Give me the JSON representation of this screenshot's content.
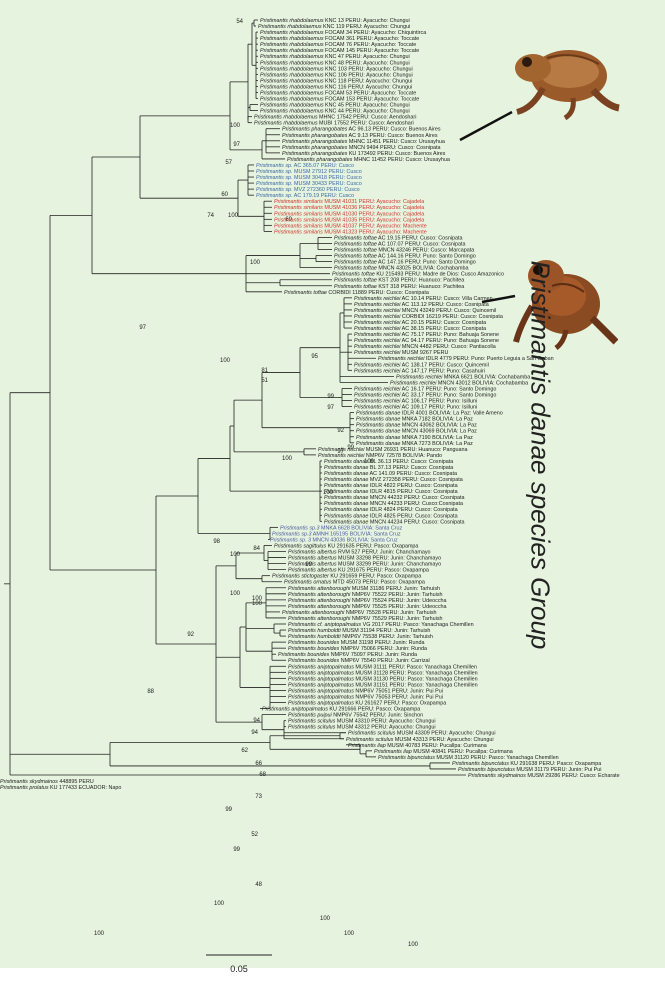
{
  "title": "Pristimantis danae species Group",
  "scale_bar_label": "0.05",
  "colors": {
    "background": "#e6f3de",
    "line": "#222222",
    "sp_clade": "#3a6aa8",
    "similaris_clade": "#d0342c",
    "sp3_clade": "#4a5aa0",
    "frog_body": "#8a4a22"
  },
  "tips": [
    {
      "genus": "Pristimantis",
      "species": "rhabdolaemus",
      "info": "KNC 13 PERU: Ayacucho: Chungui"
    },
    {
      "genus": "Pristimantis",
      "species": "rhabdolaemus",
      "info": "KNC 119 PERU: Ayacucho: Chungui"
    },
    {
      "genus": "Pristimantis",
      "species": "rhabdolaemus",
      "info": "FOCAM 34 PERU: Ayacucho: Chiquintirca"
    },
    {
      "genus": "Pristimantis",
      "species": "rhabdolaemus",
      "info": "FOCAM 361 PERU: Ayacucho: Toccate"
    },
    {
      "genus": "Pristimantis",
      "species": "rhabdolaemus",
      "info": "FOCAM 76 PERU: Ayacucho: Toccate"
    },
    {
      "genus": "Pristimantis",
      "species": "rhabdolaemus",
      "info": "FOCAM 145 PERU: Ayacucho: Toccate"
    },
    {
      "genus": "Pristimantis",
      "species": "rhabdolaemus",
      "info": "KNC 47 PERU: Ayacucho: Chungui"
    },
    {
      "genus": "Pristimantis",
      "species": "rhabdolaemus",
      "info": "KNC 48 PERU: Ayacucho: Chungui"
    },
    {
      "genus": "Pristimantis",
      "species": "rhabdolaemus",
      "info": "KNC 103 PERU: Ayacucho: Chungui"
    },
    {
      "genus": "Pristimantis",
      "species": "rhabdolaemus",
      "info": "KNC 106 PERU: Ayacucho: Chungui"
    },
    {
      "genus": "Pristimantis",
      "species": "rhabdolaemus",
      "info": "KNC 118 PERU: Ayacucho: Chungui"
    },
    {
      "genus": "Pristimantis",
      "species": "rhabdolaemus",
      "info": "KNC 116 PERU: Ayacucho: Chungui"
    },
    {
      "genus": "Pristimantis",
      "species": "rhabdolaemus",
      "info": "FOCAM 53 PERU: Ayacucho: Toccate"
    },
    {
      "genus": "Pristimantis",
      "species": "rhabdolaemus",
      "info": "FOCAM 153 PERU: Ayacucho: Toccate"
    },
    {
      "genus": "Pristimantis",
      "species": "rhabdolaemus",
      "info": "KNC 45 PERU: Ayacucho: Chungui"
    },
    {
      "genus": "Pristimantis",
      "species": "rhabdolaemus",
      "info": "KNC 44 PERU: Ayacucho: Chungui"
    },
    {
      "genus": "Pristimantis",
      "species": "rhabdolaemus",
      "info": "MHNC 17542 PERU: Cusco: Aendoshari"
    },
    {
      "genus": "Pristimantis",
      "species": "rhabdolaemus",
      "info": "MUBI 17552 PERU: Cusco: Aendoshari"
    },
    {
      "genus": "Pristimantis",
      "species": "pharangobates",
      "info": "AC 96.13 PERU: Cusco: Buenos Aires"
    },
    {
      "genus": "Pristimantis",
      "species": "pharangobates",
      "info": "AC 9.13 PERU: Cusco: Buenos Aires"
    },
    {
      "genus": "Pristimantis",
      "species": "pharangobates",
      "info": "MHNC 11451 PERU: Cusco: Urusayhua"
    },
    {
      "genus": "Pristimantis",
      "species": "pharangobates",
      "info": "MNCN 9494 PERU: Cusco: Cosnipata"
    },
    {
      "genus": "Pristimantis",
      "species": "pharangobates",
      "info": "KU 173492 PERU: Cusco: Buenos Aires"
    },
    {
      "genus": "Pristimantis",
      "species": "pharangobates",
      "info": "MHNC 11452 PERU: Cusco: Urusayhua"
    },
    {
      "genus": "Pristimantis",
      "species": "sp.",
      "info": "AC 365.07 PERU: Cusco"
    },
    {
      "genus": "Pristimantis",
      "species": "sp.",
      "info": "MUSM 27912 PERU: Cusco"
    },
    {
      "genus": "Pristimantis",
      "species": "sp.",
      "info": "MUSM 30418 PERU: Cusco"
    },
    {
      "genus": "Pristimantis",
      "species": "sp.",
      "info": "MUSM 30433 PERU: Cusco"
    },
    {
      "genus": "Pristimantis",
      "species": "sp.",
      "info": "MVZ 272360 PERU: Cusco"
    },
    {
      "genus": "Pristimantis",
      "species": "sp.",
      "info": "AC 179.19 PERU: Cusco"
    },
    {
      "genus": "Pristimantis",
      "species": "similaris",
      "info": "MUSM 41031 PERU: Ayacucho: Cajadela"
    },
    {
      "genus": "Pristimantis",
      "species": "similaris",
      "info": "MUSM 41036 PERU: Ayacucho: Cajadela"
    },
    {
      "genus": "Pristimantis",
      "species": "similaris",
      "info": "MUSM 41030 PERU: Ayacucho: Cajadela"
    },
    {
      "genus": "Pristimantis",
      "species": "similaris",
      "info": "MUSM 41035 PERU: Ayacucho: Cajadela"
    },
    {
      "genus": "Pristimantis",
      "species": "similaris",
      "info": "MUSM 41037 PERU: Ayacucho: Machente"
    },
    {
      "genus": "Pristimantis",
      "species": "similaris",
      "info": "MUSM 41323 PERU: Ayacucho: Machente"
    },
    {
      "genus": "Pristimantis",
      "species": "toftae",
      "info": "AC 19.15 PERU: Cusco: Cosnipata"
    },
    {
      "genus": "Pristimantis",
      "species": "toftae",
      "info": "AC 107.07 PERU: Cusco: Cosnipata"
    },
    {
      "genus": "Pristimantis",
      "species": "toftae",
      "info": "MNCN 43246 PERU: Cusco: Marcapata"
    },
    {
      "genus": "Pristimantis",
      "species": "toftae",
      "info": "AC 144.16 PERU: Puno: Santo Domingo"
    },
    {
      "genus": "Pristimantis",
      "species": "toftae",
      "info": "AC 147.16 PERU: Puno: Santo Domingo"
    },
    {
      "genus": "Pristimantis",
      "species": "toftae",
      "info": "MNCN 43025 BOLIVIA: Cochabamba"
    },
    {
      "genus": "Pristimantis",
      "species": "toftae",
      "info": "KU 215493 PERU: Madre de Dios: Cusco Amazonico"
    },
    {
      "genus": "Pristimantis",
      "species": "toftae",
      "info": "KST 208 PERU: Huanuco: Pachitea"
    },
    {
      "genus": "Pristimantis",
      "species": "toftae",
      "info": "KST 318 PERU: Huanuco: Pachitea"
    },
    {
      "genus": "Pristimantis",
      "species": "toftae",
      "info": "CORBIDI 11889 PERU: Cusco: Cosnipata"
    },
    {
      "genus": "Pristimantis",
      "species": "reichlei",
      "info": "AC 10.14 PERU: Cusco: Villa Carmen"
    },
    {
      "genus": "Pristimantis",
      "species": "reichlei",
      "info": "AC 113.12 PERU: Cusco: Cosnipata"
    },
    {
      "genus": "Pristimantis",
      "species": "reichlei",
      "info": "MNCN 43249 PERU: Cusco: Quincemil"
    },
    {
      "genus": "Pristimantis",
      "species": "reichlei",
      "info": "CORBIDI 16219 PERU: Cusco: Cosnipata"
    },
    {
      "genus": "Pristimantis",
      "species": "reichlei",
      "info": "AC 20.15 PERU: Cusco: Cosnipata"
    },
    {
      "genus": "Pristimantis",
      "species": "reichlei",
      "info": "AC 38.15 PERU: Cusco: Cosnipata"
    },
    {
      "genus": "Pristimantis",
      "species": "reichlei",
      "info": "AC 75.17 PERU: Puno: Bahuaja Sonene"
    },
    {
      "genus": "Pristimantis",
      "species": "reichlei",
      "info": "AC 94.17 PERU: Puno: Bahuaja Sonene"
    },
    {
      "genus": "Pristimantis",
      "species": "reichlei",
      "info": "MNCN 4482 PERU: Cusco: Pantiacolla"
    },
    {
      "genus": "Pristimantis",
      "species": "reichlei",
      "info": "MUSM 9267 PERU"
    },
    {
      "genus": "Pristimantis",
      "species": "reichlei",
      "info": "IDLR 4779 PERU: Puno: Puerto Leguia a San Gaban"
    },
    {
      "genus": "Pristimantis",
      "species": "reichlei",
      "info": "AC 138.17 PERU: Cusco: Quincemil"
    },
    {
      "genus": "Pristimantis",
      "species": "reichlei",
      "info": "AC 147.17 PERU: Puno: Casahuiri"
    },
    {
      "genus": "Pristimantis",
      "species": "reichlei",
      "info": "MNKA 6621 BOLIVIA: Cochabamba"
    },
    {
      "genus": "Pristimantis",
      "species": "reichlei",
      "info": "MNCN 43012 BOLIVIA: Cochabamba"
    },
    {
      "genus": "Pristimantis",
      "species": "reichlei",
      "info": "AC 16.17 PERU: Puno: Santo Domingo"
    },
    {
      "genus": "Pristimantis",
      "species": "reichlei",
      "info": "AC 33.17 PERU: Puno: Santo Domingo"
    },
    {
      "genus": "Pristimantis",
      "species": "reichlei",
      "info": "AC 106.17 PERU: Puno: Isilluni"
    },
    {
      "genus": "Pristimantis",
      "species": "reichlei",
      "info": "AC 109.17 PERU: Puno: Isilluni"
    },
    {
      "genus": "Pristimantis",
      "species": "danae",
      "info": "IDLR 4001 BOLIVIA: La Paz: Valle Ameno"
    },
    {
      "genus": "Pristimantis",
      "species": "danae",
      "info": "MNKA 7182 BOLIVIA: La Paz"
    },
    {
      "genus": "Pristimantis",
      "species": "danae",
      "info": "MNCN 43062 BOLIVIA: La Paz"
    },
    {
      "genus": "Pristimantis",
      "species": "danae",
      "info": "MNCN 43069 BOLIVIA: La Paz"
    },
    {
      "genus": "Pristimantis",
      "species": "danae",
      "info": "MNKA 7190 BOLIVIA: La Paz"
    },
    {
      "genus": "Pristimantis",
      "species": "danae",
      "info": "MNKA 7273 BOLIVIA: La Paz"
    },
    {
      "genus": "Pristimantis",
      "species": "reichlei",
      "info": "MUSM 26931 PERU: Huanuco: Panguana"
    },
    {
      "genus": "Pristimantis",
      "species": "reichlei",
      "info": "NMP6V 72578 BOLIVIA: Pando"
    },
    {
      "genus": "Pristimantis",
      "species": "danae",
      "info": "BL 36.13 PERU: Cusco: Cosnipata"
    },
    {
      "genus": "Pristimantis",
      "species": "danae",
      "info": "BL 37.13 PERU: Cusco: Cosnipata"
    },
    {
      "genus": "Pristimantis",
      "species": "danae",
      "info": "AC 141.09 PERU: Cusco: Cosnipata"
    },
    {
      "genus": "Pristimantis",
      "species": "danae",
      "info": "MVZ 272358 PERU: Cusco: Cosnipata"
    },
    {
      "genus": "Pristimantis",
      "species": "danae",
      "info": "IDLR 4822 PERU: Cusco: Cosnipata"
    },
    {
      "genus": "Pristimantis",
      "species": "danae",
      "info": "IDLR 4815 PERU: Cusco: Cosnipata"
    },
    {
      "genus": "Pristimantis",
      "species": "danae",
      "info": "MNCN 44232 PERU: Cusco: Cosnipata"
    },
    {
      "genus": "Pristimantis",
      "species": "danae",
      "info": "MNCN 44233 PERU: Cusco:Cosnipata"
    },
    {
      "genus": "Pristimantis",
      "species": "danae",
      "info": "IDLR 4824 PERU: Cusco: Cosnipata"
    },
    {
      "genus": "Pristimantis",
      "species": "danae",
      "info": "IDLR 4825 PERU: Cusco: Cosnipata"
    },
    {
      "genus": "Pristimantis",
      "species": "danae",
      "info": "MNCN 44234 PERU: Cusco: Cosnipata"
    },
    {
      "genus": "Pristimantis",
      "species": "sp.3",
      "info": "MNKA 6628 BOLIVIA: Santa Cruz"
    },
    {
      "genus": "Pristimantis",
      "species": "sp.3",
      "info": "AMNH 165195 BOLIVIA: Santa Cruz"
    },
    {
      "genus": "Pristimantis",
      "species": "sp. 3",
      "info": "MNCN 43036 BOLIVIA: Santa Cruz"
    },
    {
      "genus": "Pristimantis",
      "species": "sagittulus",
      "info": "KU 291635 PERU: Pasco: Oxapampa"
    },
    {
      "genus": "Pristimantis",
      "species": "albertus",
      "info": "RVM 527 PERU: Junin: Chanchamayo"
    },
    {
      "genus": "Pristimantis",
      "species": "albertus",
      "info": "MUSM 33298 PERU: Junin: Chanchamayo"
    },
    {
      "genus": "Pristimantis",
      "species": "albertus",
      "info": "MUSM 33299 PERU: Junin: Chanchamayo"
    },
    {
      "genus": "Pristimantis",
      "species": "albertus",
      "info": "KU 291675 PERU: Pasco: Oxapampa"
    },
    {
      "genus": "Pristimantis",
      "species": "stictogaster",
      "info": "KU 291659 PERU: Pasco: Oxapampa"
    },
    {
      "genus": "Pristimantis",
      "species": "ornatus",
      "info": "MTD 45073 PERU: Pasco: Oxapampa"
    },
    {
      "genus": "Pristimantis",
      "species": "attenboroughi",
      "info": "MUSM 31186 PERU: Junin: Tarhuish"
    },
    {
      "genus": "Pristimantis",
      "species": "attenboroughi",
      "info": "NMP6V 75522 PERU: Junin: Tarhuish"
    },
    {
      "genus": "Pristimantis",
      "species": "attenboroughi",
      "info": "NMP6V 75524 PERU: Junin: Udeoccha"
    },
    {
      "genus": "Pristimantis",
      "species": "attenboroughi",
      "info": "NMP6V 75525 PERU: Junin: Udeoccha"
    },
    {
      "genus": "Pristimantis",
      "species": "attenboroughi",
      "info": "NMP6V 75528 PERU: Junin: Tarhuish"
    },
    {
      "genus": "Pristimantis",
      "species": "attenboroughi",
      "info": "NMP6V 75529 PERU: Junin: Tarhuish"
    },
    {
      "genus": "Pristimantis",
      "species": "cf. aniptopalmatus",
      "info": "VG 2017 PERU: Pasco: Yanachaga Chemillen"
    },
    {
      "genus": "Pristimantis",
      "species": "humboldti",
      "info": "MUSM 31194 PERU: Junin: Tarhuish"
    },
    {
      "genus": "Pristimantis",
      "species": "humboldti",
      "info": "NMP6V 75538 PERU: Junin: Tarhuish"
    },
    {
      "genus": "Pristimantis",
      "species": "bounides",
      "info": "MUSM 31198 PERU: Junin: Runda"
    },
    {
      "genus": "Pristimantis",
      "species": "bounides",
      "info": "NMP6V 75066 PERU: Junin: Runda"
    },
    {
      "genus": "Pristimantis",
      "species": "bounides",
      "info": "NMP6V 75097 PERU: Junin: Runda"
    },
    {
      "genus": "Pristimantis",
      "species": "bounides",
      "info": "NMP6V 75540 PERU: Junin: Carrizal"
    },
    {
      "genus": "Pristimantis",
      "species": "aniptopalmatus",
      "info": "MUSM 31111 PERU: Pasco: Yanachaga Chemillen"
    },
    {
      "genus": "Pristimantis",
      "species": "aniptopalmatus",
      "info": "MUSM 31128 PERU: Pasco: Yanachaga Chemillen"
    },
    {
      "genus": "Pristimantis",
      "species": "aniptopalmatus",
      "info": "MUSM 31130 PERU: Pasco: Yanachaga Chemillen"
    },
    {
      "genus": "Pristimantis",
      "species": "aniptopalmatus",
      "info": "MUSM 31151 PERU: Pasco: Yanachaga Chemillen"
    },
    {
      "genus": "Pristimantis",
      "species": "aniptopalmatus",
      "info": "NMP6V 75051 PERU: Junin: Pui Pui"
    },
    {
      "genus": "Pristimantis",
      "species": "aniptopalmatus",
      "info": "NMP6V 75053 PERU: Junin: Pui Pui"
    },
    {
      "genus": "Pristimantis",
      "species": "aniptopalmatus",
      "info": "KU 261627 PERU: Pasco: Oxapampa"
    },
    {
      "genus": "Pristimantis",
      "species": "aniptopalmatus",
      "info": "KU 291666 PERU: Pasco: Oxapampa"
    },
    {
      "genus": "Pristimantis",
      "species": "puipui",
      "info": "NMP6V 75542 PERU: Junin: Sinchon"
    },
    {
      "genus": "Pristimantis",
      "species": "scitulus",
      "info": "MUSM 43310 PERU: Ayacucho: Chungui"
    },
    {
      "genus": "Pristimantis",
      "species": "scitulus",
      "info": "MUSM 43312 PERU: Ayacucho: Chungui"
    },
    {
      "genus": "Pristimantis",
      "species": "scitulus",
      "info": "MUSM 43309 PERU: Ayacucho: Chungui"
    },
    {
      "genus": "Pristimantis",
      "species": "scitulus",
      "info": "MUSM 43313 PERU: Ayacucho: Chungui"
    },
    {
      "genus": "Pristimantis",
      "species": "ilap",
      "info": "MUSM 40783 PERU: Pucallpa: Curimana"
    },
    {
      "genus": "Pristimantis",
      "species": "ilap",
      "info": "MUSM 40841 PERU: Pucallpa: Curimana"
    },
    {
      "genus": "Pristimantis",
      "species": "bipunctatus",
      "info": "MUSM 31120 PERU: Pasco: Yanachaga Chemillen"
    },
    {
      "genus": "Pristimantis",
      "species": "bipunctatus",
      "info": "KU 291638 PERU: Pasco: Oxapampa"
    },
    {
      "genus": "Pristimantis",
      "species": "bipunctatus",
      "info": "MUSM 31179 PERU: Junin: Pui Pui"
    },
    {
      "genus": "Pristimantis",
      "species": "skydmainos",
      "info": "MUSM 29286 PERU: Cusco: Echarate"
    },
    {
      "genus": "Pristimantis",
      "species": "skydmainos",
      "info": "448895 PERU"
    },
    {
      "genus": "Pristimantis",
      "species": "prolatus",
      "info": "KU 177433 ECUADOR: Napo"
    }
  ],
  "nodes": [
    {
      "label": "54"
    },
    {
      "label": "100"
    },
    {
      "label": "97"
    },
    {
      "label": "57"
    },
    {
      "label": "60"
    },
    {
      "label": "74"
    },
    {
      "label": "100"
    },
    {
      "label": "100"
    },
    {
      "label": "97"
    },
    {
      "label": "69"
    },
    {
      "label": "81"
    },
    {
      "label": "95"
    },
    {
      "label": "100"
    },
    {
      "label": "51"
    },
    {
      "label": "99"
    },
    {
      "label": "92"
    },
    {
      "label": "97"
    },
    {
      "label": "99"
    },
    {
      "label": "97"
    },
    {
      "label": "100"
    },
    {
      "label": "100"
    },
    {
      "label": "100"
    },
    {
      "label": "84"
    },
    {
      "label": "98"
    },
    {
      "label": "100"
    },
    {
      "label": "99"
    },
    {
      "label": "100"
    },
    {
      "label": "100"
    },
    {
      "label": "92"
    },
    {
      "label": "100"
    },
    {
      "label": "88"
    },
    {
      "label": "94"
    },
    {
      "label": "94"
    },
    {
      "label": "62"
    },
    {
      "label": "66"
    },
    {
      "label": "68"
    },
    {
      "label": "73"
    },
    {
      "label": "99"
    },
    {
      "label": "52"
    },
    {
      "label": "99"
    },
    {
      "label": "48"
    },
    {
      "label": "100"
    },
    {
      "label": "100"
    },
    {
      "label": "100"
    },
    {
      "label": "100"
    },
    {
      "label": "100"
    }
  ]
}
